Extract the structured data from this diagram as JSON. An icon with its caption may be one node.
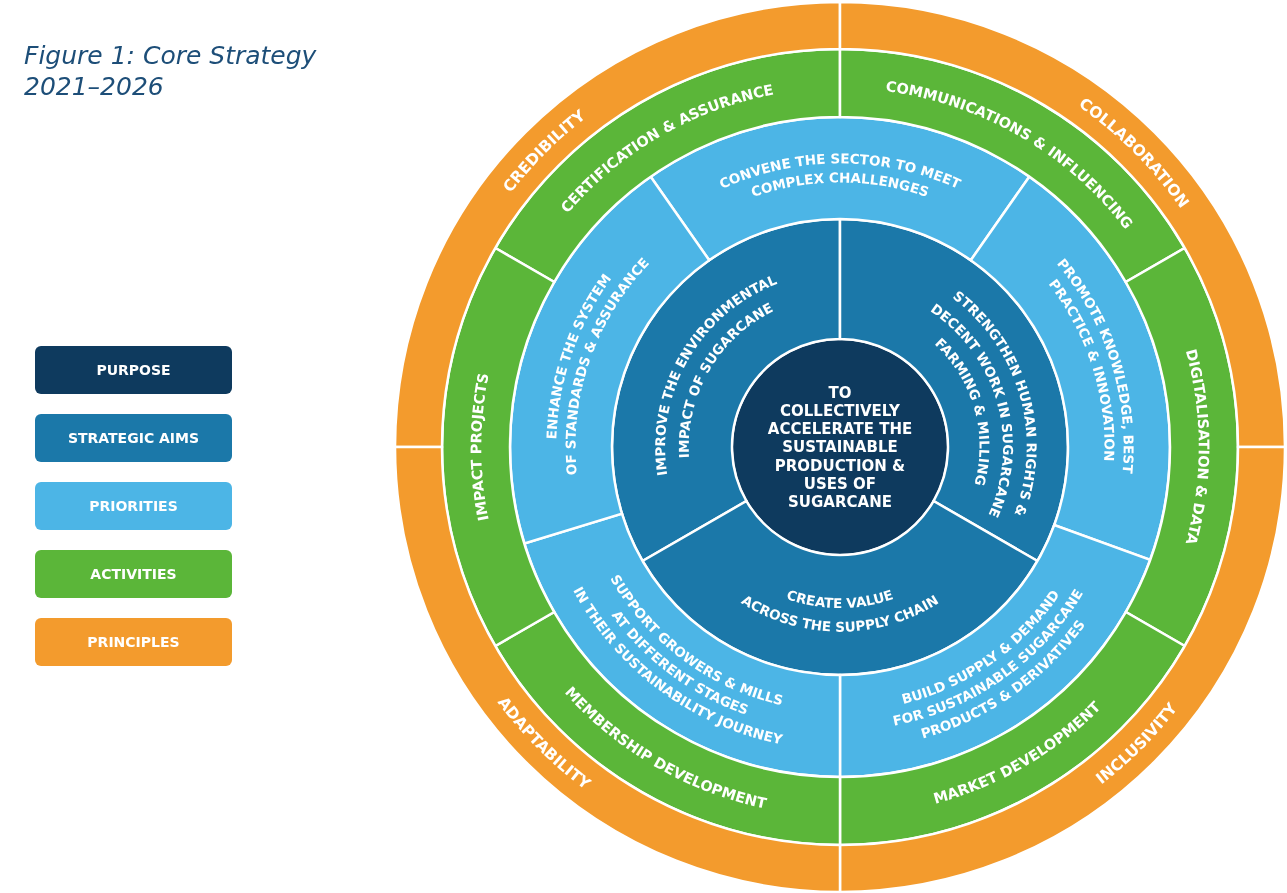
{
  "diagram": {
    "title": "Figure 1: Core Strategy 2021–2026",
    "nodes": [
      {
        "text": [
          "TO COLLECTIVELY ACCELERATE THE SUSTAINABLE PRODUCTION & USES OF SUGARCANE"
        ]
      },
      {
        "text": [
          "IMPROVE THE ENVIRONMENTAL IMPACT OF SUGARCANE"
        ]
      },
      {
        "text": [
          "STRENGTHEN HUMAN RIGHTS & DECENT WORK IN SUGARCANE FARMING & MILLING"
        ]
      },
      {
        "text": [
          "CREATE VALUE ACROSS THE SUPPLY CHAIN"
        ]
      },
      {
        "text": [
          "CONVENE THE SECTOR TO MEET COMPLEX CHALLENGES"
        ]
      },
      {
        "text": [
          "PROMOTE KNOWLEDGE, BEST PRACTICE & INNOVATION"
        ]
      },
      {
        "text": [
          "BUILD SUPPLY & DEMAND FOR SUSTAINABLE SUGARCANE PRODUCTS & DERIVATIVES"
        ]
      },
      {
        "text": [
          "SUPPORT GROWERS & MILLS AT DIFFERENT STAGES IN THEIR SUSTAINABILITY JOURNEY"
        ]
      },
      {
        "text": [
          "ENHANCE THE SYSTEM OF STANDARDS & ASSURANCE"
        ]
      },
      {
        "text": [
          "CERTIFICATION & ASSURANCE"
        ]
      },
      {
        "text": [
          "COMMUNICATIONS & INFLUENCING"
        ]
      },
      {
        "text": [
          "DIGITALISATION & DATA"
        ]
      },
      {
        "text": [
          "MARKET DEVELOPMENT"
        ]
      },
      {
        "text": [
          "MEMBERSHIP DEVELOPMENT"
        ]
      },
      {
        "text": [
          "IMPACT PROJECTS"
        ]
      },
      {
        "text": [
          "CREDIBILITY"
        ]
      },
      {
        "text": [
          "COLLABORATION"
        ]
      },
      {
        "text": [
          "INCLUSIVITY"
        ]
      },
      {
        "text": [
          "ADAPTABILITY"
        ]
      }
    ],
    "legend": [
      {
        "text": "PURPOSE",
        "color": "#0e3a5e"
      },
      {
        "text": "STRATEGIC AIMS",
        "color": "#1b78a9"
      },
      {
        "text": "PRIORITIES",
        "color": "#4cb5e6"
      },
      {
        "text": "ACTIVITIES",
        "color": "#5bb639"
      },
      {
        "text": "PRINCIPLES",
        "color": "#f39b2d"
      }
    ]
  }
}
